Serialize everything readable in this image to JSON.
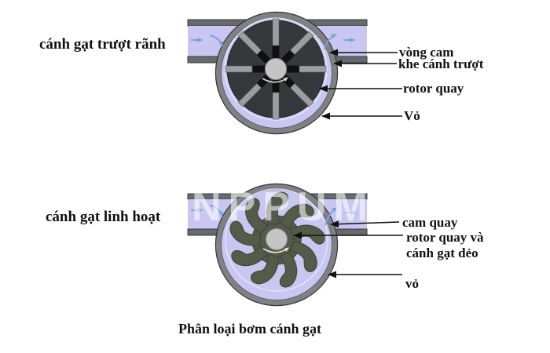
{
  "caption": "Phân loại bơm cánh gạt",
  "watermark": "NPPUM",
  "top_pump": {
    "type_label": "cánh gạt trượt rãnh",
    "annotations": {
      "cam_ring": "vòng cam",
      "vane_slot": "khe cánh trượt",
      "rotor": "rotor quay",
      "housing": "Vỏ"
    }
  },
  "bottom_pump": {
    "type_label": "cánh gạt linh hoạt",
    "annotations": {
      "cam": "cam quay",
      "rotor_line1": "rotor quay và",
      "rotor_line2": "cánh gạt dẻo",
      "housing": "vỏ"
    }
  },
  "colors": {
    "fluid": "#c9c6f1",
    "wall": "#666a6d",
    "wall_edge": "#3a3a3a",
    "housing": "#7f8184",
    "housing_edge": "#333333",
    "rotor_top": "#36383b",
    "vane": "#9d9da1",
    "slot": "#101010",
    "shaft": "#c5c5c5",
    "rotor_bottom": "#565a49",
    "rotor_bottom_edge": "#3d4133",
    "cam_line": "#e8e8f4",
    "flow_arrow": "#7aa4da",
    "rotation_arrow_top": "#d8d8d8",
    "rotation_arrow_bottom": "#e9e9da",
    "annotation": "#111111"
  }
}
